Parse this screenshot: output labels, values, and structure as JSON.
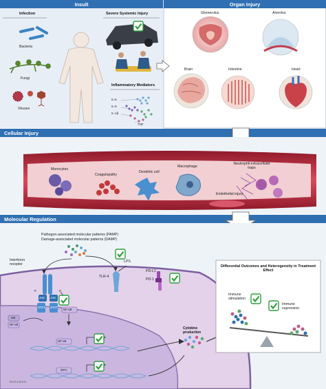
{
  "headers": {
    "insult": "Insult",
    "organ_injury": "Organ Injury",
    "cellular_injury": "Cellular Injury",
    "molecular_regulation": "Molecular Regulation"
  },
  "insult": {
    "infection_title": "Infection",
    "pathogens": [
      "Bacteria",
      "Fungi",
      "Viruses"
    ],
    "systemic_title": "Severe Systemic Injury",
    "mediators_title": "Inflammatory Mediators",
    "mediators": [
      "IL-6",
      "IL-8",
      "IL-1β",
      "TNF"
    ]
  },
  "organs": [
    "Glomerulus",
    "Alveolus",
    "Brain",
    "Intestine",
    "Heart"
  ],
  "cells": [
    "Monocytes",
    "Coagulopathy",
    "Dendritic cell",
    "Macrophage",
    "Neutrophil extracellular traps",
    "Endothelial injury"
  ],
  "molecular": {
    "patterns_line1": "Pathogen-associated molecular patterns (PAMP)",
    "patterns_line2": "Damage-associated molecular patterns (DAMP)",
    "lps": "LPS",
    "tlr4": "TLR-4",
    "pdl1": "PD-L1",
    "pd1": "PD-1",
    "interferon_receptor": "Interferon receptor",
    "jak": "JAK",
    "stat": "STAT",
    "ikb": "IκB",
    "nfkb": "NF-κB",
    "irfs": "IRFs",
    "cytokine": "Cytokine production",
    "nucleus": "NUCLEUS",
    "p": "P"
  },
  "outcomes": {
    "title": "Differential Outcomes and Heterogeneity in Treatment Effect",
    "immune_stimulation": "Immune stimulation",
    "immune_suppression": "Immune supression"
  },
  "colors": {
    "header_blue": "#2f6fb2",
    "vessel_red": "#b02a3a",
    "cell_fill": "#eadff0",
    "check_green": "#2e9e3d"
  }
}
